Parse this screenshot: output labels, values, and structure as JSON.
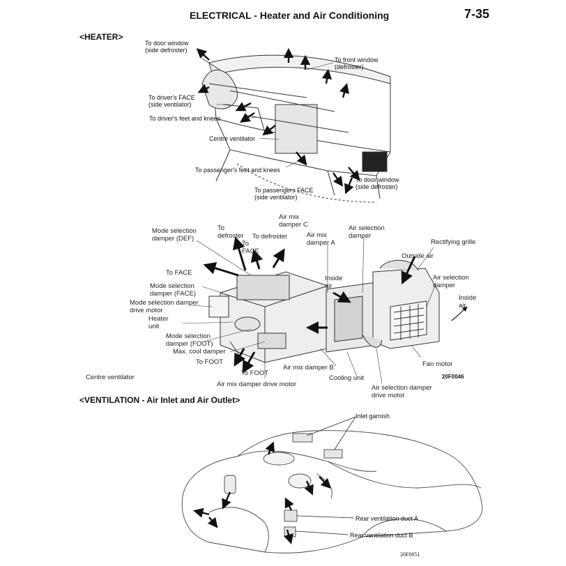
{
  "header": {
    "title": "ELECTRICAL - Heater and Air Conditioning",
    "page": "7-35"
  },
  "heater": {
    "section_title": "<HEATER>",
    "labels": {
      "door_window_left": [
        "To door window",
        "(side defroster)"
      ],
      "front_window": [
        "To front window",
        "(defroster)"
      ],
      "driver_face": [
        "To driver's FACE",
        "(side ventilator)"
      ],
      "driver_feet": "To driver's feet and knees",
      "centre_vent": "Centre ventilator",
      "passenger_feet": "To passenger's feet and knees",
      "door_window_right": [
        "To door window",
        "(side defroster)"
      ],
      "passenger_face": [
        "To passengers FACE",
        "(side ventilator)"
      ]
    }
  },
  "unit": {
    "labels": {
      "mode_def": [
        "Mode selection",
        "damper (DEF)"
      ],
      "to_defroster_1": [
        "To",
        "defroster"
      ],
      "air_mix_c": [
        "Air mix",
        "damper C"
      ],
      "to_face_top": [
        "To",
        "FACE"
      ],
      "to_defroster_2": "To defroster",
      "air_mix_a": [
        "Air mix",
        "damper A"
      ],
      "air_selection": [
        "Air selection",
        "damper"
      ],
      "rectifying_grille": "Rectifying grille",
      "outside_air": "Outside air",
      "to_face_left": "To FACE",
      "inside_air_1": [
        "Inside",
        "air"
      ],
      "air_selection_damper": [
        "Air selection",
        "damper"
      ],
      "mode_face": [
        "Mode selection",
        "damper (FACE)"
      ],
      "mode_drive_motor": [
        "Mode selection damper",
        "drive motor"
      ],
      "inside_air_2": [
        "Inside",
        "air"
      ],
      "heater_unit": [
        "Heater",
        "unit"
      ],
      "mode_foot": [
        "Mode selection",
        "damper (FOOT)"
      ],
      "max_cool": "Max. cool damper",
      "to_foot_1": "To FOOT",
      "to_foot_2": "To FOOT",
      "fan_motor": "Fan motor",
      "air_mix_b": "Air mix damper B",
      "centre_ventilator": "Centre ventilator",
      "code": "20F0046",
      "air_mix_drive_motor": "Air mix damper drive motor",
      "cooling_unit": "Cooling unit",
      "air_sel_drive_motor": [
        "Air selection damper",
        "drive motor"
      ]
    }
  },
  "ventilation": {
    "section_title": "<VENTILATION - Air Inlet and Air Outlet>",
    "labels": {
      "inlet_garnish": "Inlet garnish",
      "rear_duct_a": "Rear ventilation duct A",
      "rear_duct_b": "Rear ventilation duct B",
      "code": "20F0051"
    }
  }
}
